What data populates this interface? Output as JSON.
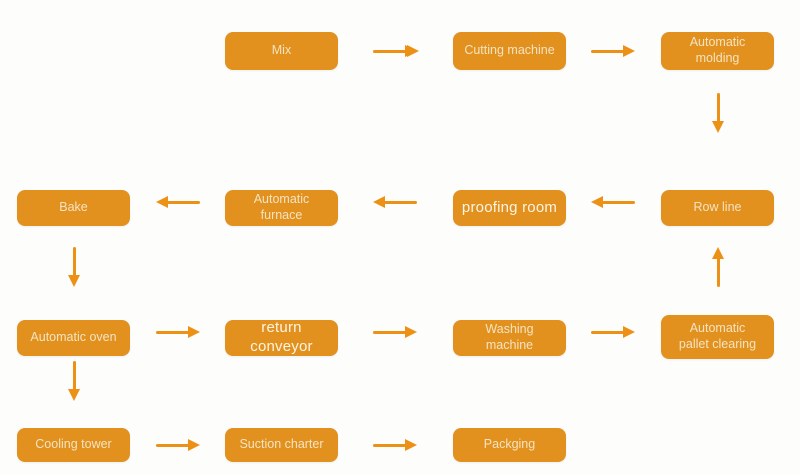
{
  "diagram": {
    "type": "flowchart",
    "description": "Production line process flow",
    "colors": {
      "node_fill": "#E2911E",
      "arrow": "#EC9116",
      "node_text": "#F5E3C2",
      "node_text_emphasis": "#FCF4E4",
      "background": "#FDFDFC"
    },
    "nodes": [
      {
        "id": "mix",
        "label": "Mix",
        "col": 2,
        "row": 1
      },
      {
        "id": "cutting-machine",
        "label": "Cutting machine",
        "col": 3,
        "row": 1
      },
      {
        "id": "automatic-molding",
        "label": "Automatic molding",
        "col": 4,
        "row": 1
      },
      {
        "id": "bake",
        "label": "Bake",
        "col": 1,
        "row": 2
      },
      {
        "id": "automatic-furnace",
        "label": "Automatic furnace",
        "col": 2,
        "row": 2
      },
      {
        "id": "proofing-room",
        "label": "proofing room",
        "col": 3,
        "row": 2,
        "emphasis": true
      },
      {
        "id": "row-line",
        "label": "Row line",
        "col": 4,
        "row": 2
      },
      {
        "id": "automatic-oven",
        "label": "Automatic oven",
        "col": 1,
        "row": 3
      },
      {
        "id": "return-conveyor",
        "label": "return conveyor",
        "col": 2,
        "row": 3,
        "emphasis": true
      },
      {
        "id": "washing-machine",
        "label": "Washing machine",
        "col": 3,
        "row": 3
      },
      {
        "id": "automatic-pallet-clearing",
        "label": "Automatic pallet clearing",
        "col": 4,
        "row": 3
      },
      {
        "id": "cooling-tower",
        "label": "Cooling tower",
        "col": 1,
        "row": 4
      },
      {
        "id": "suction-charter",
        "label": "Suction charter",
        "col": 2,
        "row": 4
      },
      {
        "id": "packging",
        "label": "Packging",
        "col": 3,
        "row": 4
      }
    ],
    "edges": [
      {
        "from": "mix",
        "to": "cutting-machine",
        "direction": "right"
      },
      {
        "from": "cutting-machine",
        "to": "automatic-molding",
        "direction": "right"
      },
      {
        "from": "automatic-molding",
        "to": "row-line",
        "direction": "down"
      },
      {
        "from": "row-line",
        "to": "proofing-room",
        "direction": "left"
      },
      {
        "from": "proofing-room",
        "to": "automatic-furnace",
        "direction": "left"
      },
      {
        "from": "automatic-furnace",
        "to": "bake",
        "direction": "left"
      },
      {
        "from": "bake",
        "to": "automatic-oven",
        "direction": "down"
      },
      {
        "from": "automatic-pallet-clearing",
        "to": "row-line",
        "direction": "up"
      },
      {
        "from": "automatic-oven",
        "to": "return-conveyor",
        "direction": "right"
      },
      {
        "from": "return-conveyor",
        "to": "washing-machine",
        "direction": "right"
      },
      {
        "from": "washing-machine",
        "to": "automatic-pallet-clearing",
        "direction": "right"
      },
      {
        "from": "automatic-oven",
        "to": "cooling-tower",
        "direction": "down"
      },
      {
        "from": "cooling-tower",
        "to": "suction-charter",
        "direction": "right"
      },
      {
        "from": "suction-charter",
        "to": "packging",
        "direction": "right"
      }
    ]
  }
}
